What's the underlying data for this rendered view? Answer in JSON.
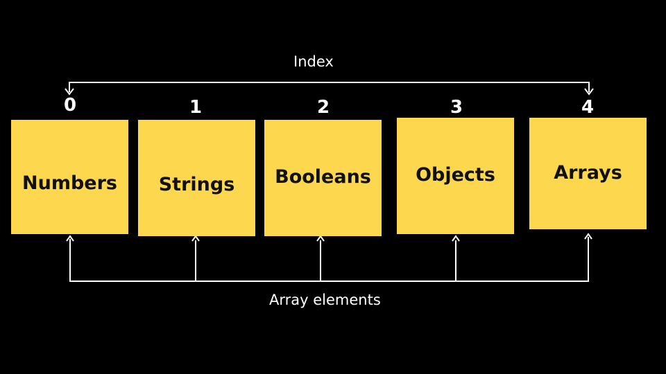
{
  "diagram": {
    "top_label": "Index",
    "bottom_label": "Array elements",
    "indices": [
      "0",
      "1",
      "2",
      "3",
      "4"
    ],
    "elements": [
      "Numbers",
      "Strings",
      "Booleans",
      "Objects",
      "Arrays"
    ]
  },
  "colors": {
    "background": "#000000",
    "cell": "#fdd84f",
    "cell_text": "#111111",
    "line": "#ffffff"
  }
}
